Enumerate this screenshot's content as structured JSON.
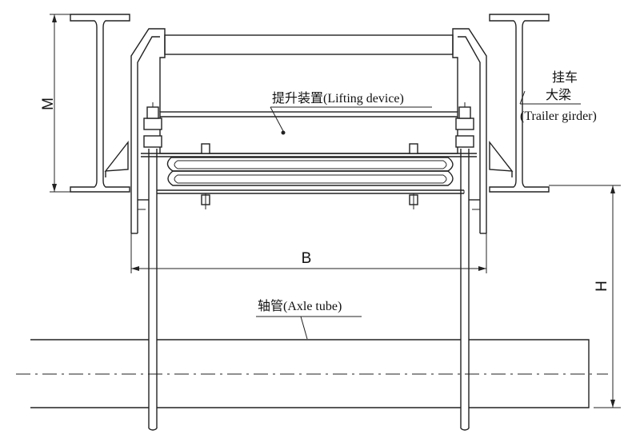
{
  "dimensions": {
    "m": "M",
    "b": "B",
    "h": "H"
  },
  "labels": {
    "lifting_device": "提升装置(Lifting device)",
    "trailer_girder_cn_1": "挂车",
    "trailer_girder_cn_2": "大梁",
    "trailer_girder_en": "(Trailer girder)",
    "axle_tube": "轴管(Axle tube)"
  }
}
